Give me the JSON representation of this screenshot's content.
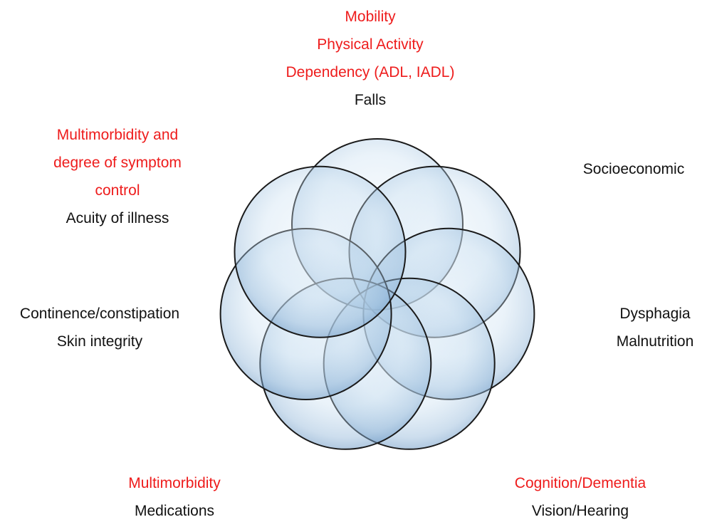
{
  "colors": {
    "highlight": "#ee1c1c",
    "normal": "#111111",
    "circle_fill": "#a9c9e6",
    "circle_edge": "#1a1a1a"
  },
  "groups": {
    "top": [
      {
        "text": "Mobility",
        "color": "red"
      },
      {
        "text": "Physical Activity",
        "color": "red"
      },
      {
        "text": "Dependency (ADL, IADL)",
        "color": "red"
      },
      {
        "text": "Falls",
        "color": "black"
      }
    ],
    "top_left": [
      {
        "text": "Multimorbidity and",
        "color": "red"
      },
      {
        "text": "degree of symptom",
        "color": "red"
      },
      {
        "text": "control",
        "color": "red"
      },
      {
        "text": "Acuity of illness",
        "color": "black"
      }
    ],
    "top_right": [
      {
        "text": "Socioeconomic",
        "color": "black"
      }
    ],
    "left": [
      {
        "text": "Continence/constipation",
        "color": "black"
      },
      {
        "text": "Skin integrity",
        "color": "black"
      }
    ],
    "right": [
      {
        "text": "Dysphagia",
        "color": "black"
      },
      {
        "text": "Malnutrition",
        "color": "black"
      }
    ],
    "bottom_left": [
      {
        "text": "Multimorbidity",
        "color": "red"
      },
      {
        "text": "Medications",
        "color": "black"
      }
    ],
    "bottom_right": [
      {
        "text": "Cognition/Dementia",
        "color": "red"
      },
      {
        "text": "Vision/Hearing",
        "color": "black"
      }
    ]
  }
}
